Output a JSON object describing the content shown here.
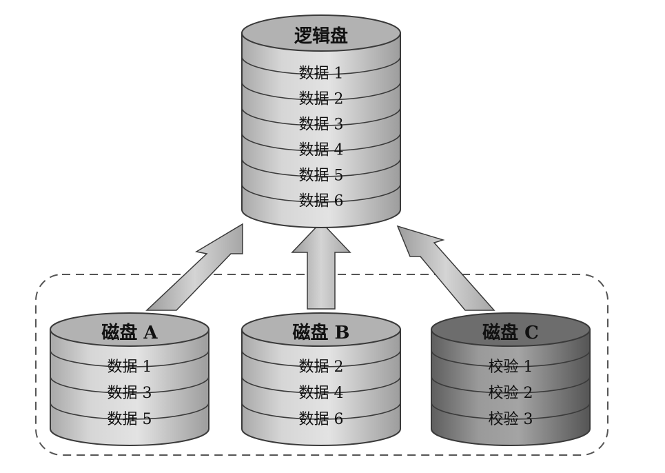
{
  "logical_disk": {
    "title": "逻辑盘",
    "rows": [
      "数据 1",
      "数据 2",
      "数据 3",
      "数据 4",
      "数据 5",
      "数据 6"
    ]
  },
  "disks": [
    {
      "title": "磁盘 A",
      "rows": [
        "数据 1",
        "数据 3",
        "数据 5"
      ],
      "shade": "light"
    },
    {
      "title": "磁盘 B",
      "rows": [
        "数据 2",
        "数据 4",
        "数据 6"
      ],
      "shade": "light"
    },
    {
      "title": "磁盘 C",
      "rows": [
        "校验 1",
        "校验 2",
        "校验 3"
      ],
      "shade": "dark"
    }
  ],
  "colors": {
    "light_body": "#c6c6c6",
    "light_top": "#b2b2b2",
    "dark_body": "#8e8e8e",
    "dark_top": "#6d6d6d",
    "arrow_fill": "#c2c2c2",
    "outline": "#3a3a3a",
    "dashed_group": "#555555"
  }
}
